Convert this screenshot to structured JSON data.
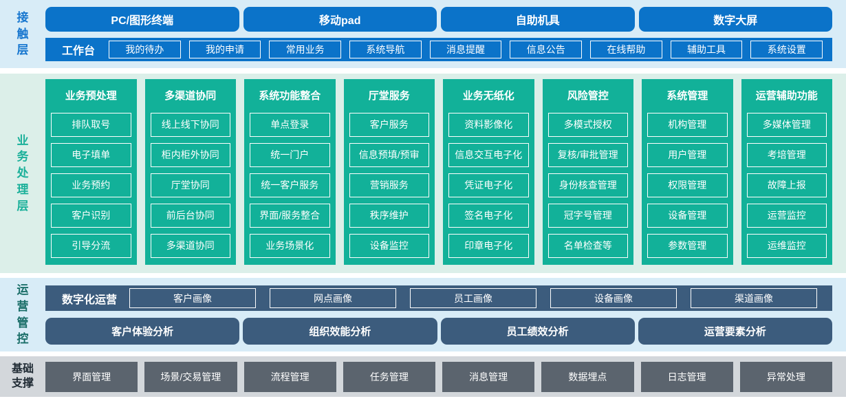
{
  "contact": {
    "label": "接触层",
    "channels": [
      "PC/图形终端",
      "移动pad",
      "自助机具",
      "数字大屏"
    ],
    "workbench": {
      "label": "工作台",
      "items": [
        "我的待办",
        "我的申请",
        "常用业务",
        "系统导航",
        "消息提醒",
        "信息公告",
        "在线帮助",
        "辅助工具",
        "系统设置"
      ]
    }
  },
  "business": {
    "label": "业务处理层",
    "columns": [
      {
        "title": "业务预处理",
        "items": [
          "排队取号",
          "电子填单",
          "业务预约",
          "客户识别",
          "引导分流"
        ]
      },
      {
        "title": "多渠道协同",
        "items": [
          "线上线下协同",
          "柜内柜外协同",
          "厅堂协同",
          "前后台协同",
          "多渠道协同"
        ]
      },
      {
        "title": "系统功能整合",
        "items": [
          "单点登录",
          "统一门户",
          "统一客户服务",
          "界面/服务整合",
          "业务场景化"
        ]
      },
      {
        "title": "厅堂服务",
        "items": [
          "客户服务",
          "信息预填/预审",
          "营销服务",
          "秩序维护",
          "设备监控"
        ]
      },
      {
        "title": "业务无纸化",
        "items": [
          "资料影像化",
          "信息交互电子化",
          "凭证电子化",
          "签名电子化",
          "印章电子化"
        ]
      },
      {
        "title": "风险管控",
        "items": [
          "多模式授权",
          "复核/审批管理",
          "身份核查管理",
          "冠字号管理",
          "名单检查等"
        ]
      },
      {
        "title": "系统管理",
        "items": [
          "机构管理",
          "用户管理",
          "权限管理",
          "设备管理",
          "参数管理"
        ]
      },
      {
        "title": "运营辅助功能",
        "items": [
          "多媒体管理",
          "考培管理",
          "故障上报",
          "运营监控",
          "运维监控"
        ]
      }
    ]
  },
  "operations": {
    "label": "运营管控",
    "digital": {
      "label": "数字化运营",
      "items": [
        "客户画像",
        "网点画像",
        "员工画像",
        "设备画像",
        "渠道画像"
      ]
    },
    "analysis": [
      "客户体验分析",
      "组织效能分析",
      "员工绩效分析",
      "运营要素分析"
    ]
  },
  "foundation": {
    "label": "基础支撑",
    "items": [
      "界面管理",
      "场景/交易管理",
      "流程管理",
      "任务管理",
      "消息管理",
      "数据埋点",
      "日志管理",
      "异常处理"
    ]
  },
  "colors": {
    "channel_blue": "#0b73c9",
    "business_green": "#12b199",
    "operations_slate": "#3c5c7d",
    "foundation_gray": "#5b646e",
    "contact_bg": "#d8ecf7",
    "business_bg": "#dcefe9",
    "operations_bg": "#d8ecf7",
    "foundation_bg": "#d3d7db",
    "contact_label_color": "#1877cf",
    "business_label_color": "#1bb09a",
    "operations_label_color": "#1a6e68",
    "foundation_label_color": "#1f2a33"
  }
}
